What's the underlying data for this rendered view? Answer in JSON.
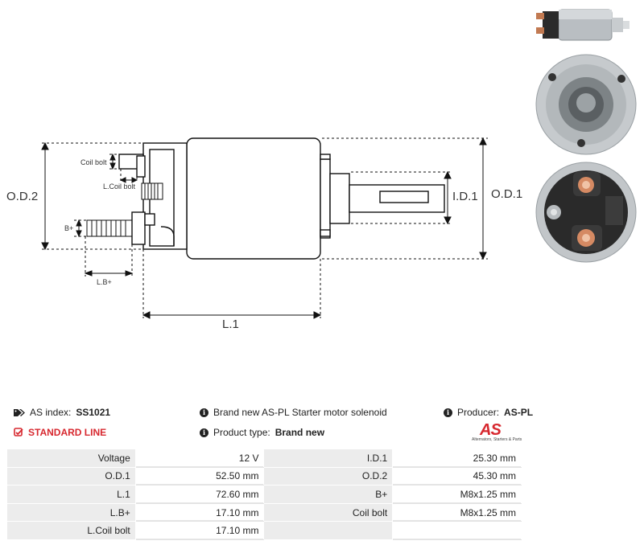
{
  "drawing": {
    "labels": {
      "od2": "O.D.2",
      "od1": "O.D.1",
      "id1": "I.D.1",
      "l1": "L.1",
      "coil_bolt": "Coil bolt",
      "l_coil_bolt": "L.Coil bolt",
      "b_plus": "B+",
      "l_b_plus": "L.B+"
    }
  },
  "info": {
    "as_index_label": "AS index:",
    "as_index_value": "SS1021",
    "standard_line": "STANDARD LINE",
    "description": "Brand new AS-PL Starter motor solenoid",
    "product_type_label": "Product type:",
    "product_type_value": "Brand new",
    "producer_label": "Producer:",
    "producer_value": "AS-PL",
    "logo_text": "AS",
    "logo_sub": "Alternators, Starters & Parts"
  },
  "specs": [
    [
      "Voltage",
      "12 V",
      "I.D.1",
      "25.30 mm"
    ],
    [
      "O.D.1",
      "52.50 mm",
      "O.D.2",
      "45.30 mm"
    ],
    [
      "L.1",
      "72.60 mm",
      "B+",
      "M8x1.25 mm"
    ],
    [
      "L.B+",
      "17.10 mm",
      "Coil bolt",
      "M8x1.25 mm"
    ],
    [
      "L.Coil bolt",
      "17.10 mm",
      "",
      ""
    ]
  ],
  "colors": {
    "accent_red": "#d7282f",
    "label_bg": "#ececec"
  }
}
